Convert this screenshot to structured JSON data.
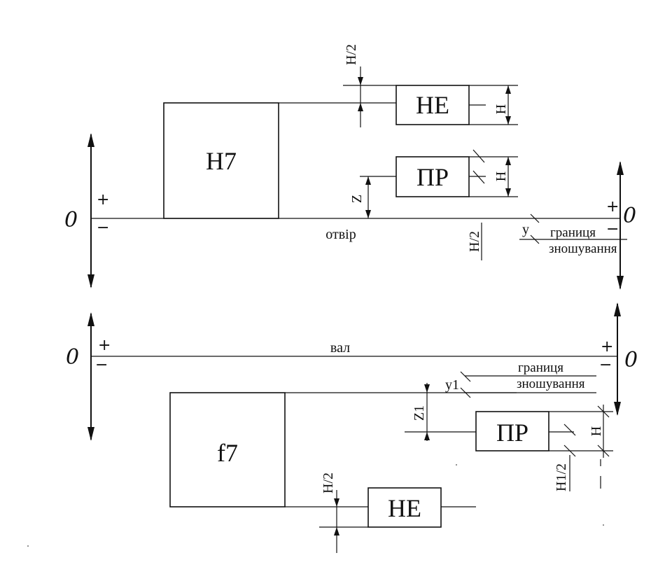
{
  "hole": {
    "field_label": "H7",
    "go_gauge_label": "ПР",
    "nogo_gauge_label": "НЕ",
    "zero_label": "0",
    "plus": "+",
    "minus": "−",
    "caption": "отвір",
    "dim_h": "H",
    "dim_h2": "H/2",
    "dim_z": "Z",
    "dim_y": "y",
    "wear_line1": "границя",
    "wear_line2": "зношування"
  },
  "shaft": {
    "field_label": "f7",
    "go_gauge_label": "ПР",
    "nogo_gauge_label": "НЕ",
    "zero_label": "0",
    "plus": "+",
    "minus": "−",
    "caption": "вал",
    "dim_h": "H",
    "dim_h1_2": "H1/2",
    "dim_h2": "H/2",
    "dim_z1": "Z1",
    "dim_y1": "y1",
    "wear_line1": "границя",
    "wear_line2": "зношування"
  }
}
